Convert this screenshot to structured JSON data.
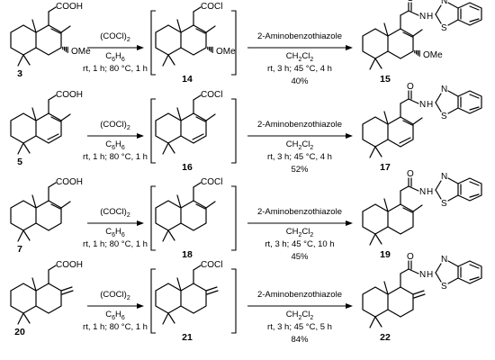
{
  "rows": [
    {
      "start": {
        "number": "3",
        "groups": [
          "COOH",
          "OMe"
        ]
      },
      "step1": {
        "reagent_main": "(COCl)",
        "reagent_sub": "2",
        "solvent_main": "C",
        "solvent_sub1": "6",
        "solvent_mid": "H",
        "solvent_sub2": "6",
        "conditions": "rt, 1 h; 80 °C, 1 h"
      },
      "intermediate": {
        "number": "14",
        "groups": [
          "COCl",
          "OMe"
        ]
      },
      "step2": {
        "reagent": "2-Aminobenzothiazole",
        "solvent_main": "CH",
        "solvent_sub1": "2",
        "solvent_mid": "Cl",
        "solvent_sub2": "2",
        "conditions": "rt, 3 h; 45 °C, 4 h",
        "yield": "40%"
      },
      "product": {
        "number": "15",
        "groups": [
          "O",
          "N",
          "H",
          "N",
          "S",
          "OMe"
        ]
      }
    },
    {
      "start": {
        "number": "5",
        "groups": [
          "COOH"
        ]
      },
      "step1": {
        "reagent_main": "(COCl)",
        "reagent_sub": "2",
        "solvent_main": "C",
        "solvent_sub1": "6",
        "solvent_mid": "H",
        "solvent_sub2": "6",
        "conditions": "rt, 1 h; 80 °C, 1 h"
      },
      "intermediate": {
        "number": "16",
        "groups": [
          "COCl"
        ]
      },
      "step2": {
        "reagent": "2-Aminobenzothiazole",
        "solvent_main": "CH",
        "solvent_sub1": "2",
        "solvent_mid": "Cl",
        "solvent_sub2": "2",
        "conditions": "rt, 3 h; 45 °C, 4 h",
        "yield": "52%"
      },
      "product": {
        "number": "17",
        "groups": [
          "O",
          "N",
          "H",
          "N",
          "S"
        ]
      }
    },
    {
      "start": {
        "number": "7",
        "groups": [
          "COOH"
        ]
      },
      "step1": {
        "reagent_main": "(COCl)",
        "reagent_sub": "2",
        "solvent_main": "C",
        "solvent_sub1": "6",
        "solvent_mid": "H",
        "solvent_sub2": "6",
        "conditions": "rt, 1 h; 80 °C, 1 h"
      },
      "intermediate": {
        "number": "18",
        "groups": [
          "COCl"
        ]
      },
      "step2": {
        "reagent": "2-Aminobenzothiazole",
        "solvent_main": "CH",
        "solvent_sub1": "2",
        "solvent_mid": "Cl",
        "solvent_sub2": "2",
        "conditions": "rt, 3 h; 45 °C, 10 h",
        "yield": "45%"
      },
      "product": {
        "number": "19",
        "groups": [
          "O",
          "N",
          "H",
          "N",
          "S"
        ]
      }
    },
    {
      "start": {
        "number": "20",
        "groups": [
          "COOH"
        ]
      },
      "step1": {
        "reagent_main": "(COCl)",
        "reagent_sub": "2",
        "solvent_main": "C",
        "solvent_sub1": "6",
        "solvent_mid": "H",
        "solvent_sub2": "6",
        "conditions": "rt, 1 h; 80 °C, 1 h"
      },
      "intermediate": {
        "number": "21",
        "groups": [
          "COCl"
        ]
      },
      "step2": {
        "reagent": "2-Aminobenzothiazole",
        "solvent_main": "CH",
        "solvent_sub1": "2",
        "solvent_mid": "Cl",
        "solvent_sub2": "2",
        "conditions": "rt, 3 h; 45 °C, 5 h",
        "yield": "84%"
      },
      "product": {
        "number": "22",
        "groups": [
          "O",
          "N",
          "H",
          "N",
          "S"
        ]
      }
    }
  ]
}
